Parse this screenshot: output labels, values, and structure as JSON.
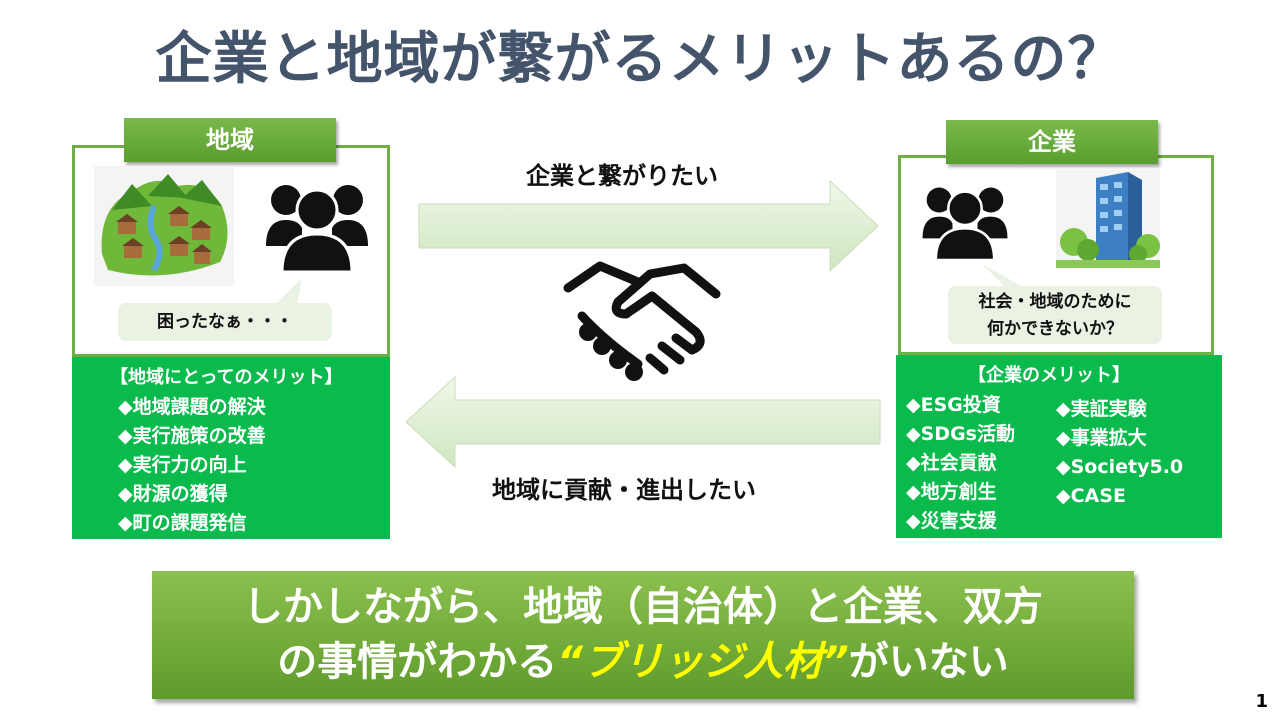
{
  "title": "企業と地域が繋がるメリットあるの？",
  "region": {
    "tag": "地域",
    "bubble": "困ったなぁ・・・",
    "merits_title": "【地域にとってのメリット】",
    "merits": [
      "◆地域課題の解決",
      "◆実行施策の改善",
      "◆実行力の向上",
      "◆財源の獲得",
      "◆町の課題発信"
    ]
  },
  "company": {
    "tag": "企業",
    "bubble_line1": "社会・地域のために",
    "bubble_line2": "何かできないか？",
    "merits_title": "【企業のメリット】",
    "merits_left": [
      "◆ESG投資",
      "◆SDGs活動",
      "◆社会貢献",
      "◆地方創生",
      "◆災害支援"
    ],
    "merits_right": [
      "◆実証実験",
      "◆事業拡大",
      "◆Society5.0",
      "◆CASE"
    ]
  },
  "arrow_right_label": "企業と繋がりたい",
  "arrow_left_label": "地域に貢献・進出したい",
  "bottom": {
    "line1": "しかしながら、地域（自治体）と企業、双方",
    "line2_pre": "の事情がわかる",
    "line2_highlight": "“ブリッジ人材”",
    "line2_post": "がいない"
  },
  "page_number": "1",
  "colors": {
    "title": "#44546a",
    "frame_green": "#70ad47",
    "box_green": "#0aba4d",
    "highlight_yellow": "#ffff00",
    "arrow_fill": "#e2f0d9"
  },
  "icons": [
    "village-illustration",
    "people-group-icon",
    "building-illustration",
    "handshake-icon",
    "arrow-right",
    "arrow-left"
  ]
}
